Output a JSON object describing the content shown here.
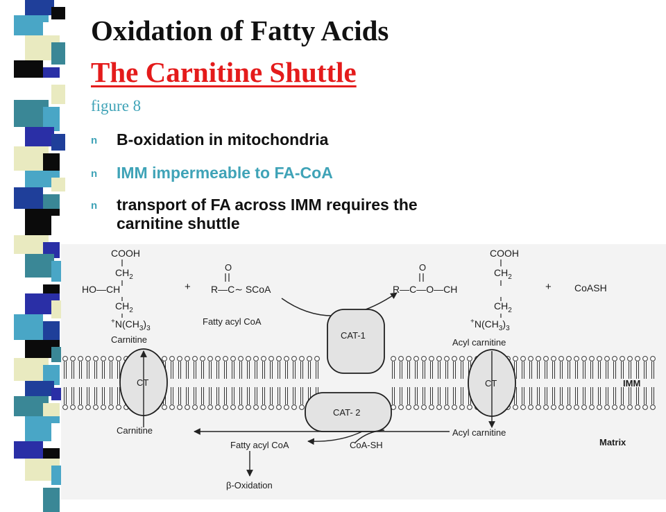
{
  "slide": {
    "title_line1": "Oxidation of Fatty Acids",
    "title_line2": "The Carnitine Shuttle",
    "subtitle": "figure 8",
    "bullet_marker": "n",
    "bullets": [
      {
        "text": "B-oxidation in mitochondria"
      },
      {
        "text": "IMM impermeable to FA-CoA"
      },
      {
        "line1": "transport of FA across IMM requires the",
        "line2": "carnitine shuttle"
      }
    ]
  },
  "colors": {
    "title": "#111111",
    "title_highlight": "#e41b1b",
    "accent": "#3fa3b7",
    "sidebar_palette": [
      "#1f3f9a",
      "#ffffff",
      "#49a6c6",
      "#e9eac0",
      "#0b0b0b",
      "#3a8796",
      "#2a2fa6"
    ]
  },
  "diagram": {
    "cooh_left": "COOH",
    "ch2_1": "CH",
    "ch2_1_sub": "2",
    "ho_ch": "HO—CH",
    "ch2_2": "CH",
    "ch2_2_sub": "2",
    "nme3_sup": "+",
    "nme3": "N(CH",
    "nme3_sub": "3",
    "nme3_close": ")",
    "nme3_sub2": "3",
    "plus1": "+",
    "acyl_o": "O",
    "acyl_formula": "R—C∼ SCoA",
    "fatty_acyl_coa": "Fatty acyl CoA",
    "carnitine_top": "Carnitine",
    "cooh_right": "COOH",
    "r_co_o_ch": "R—C—O—CH",
    "plus2": "+",
    "coash": "CoASH",
    "acyl_carnitine_top": "Acyl carnitine",
    "cat1": "CAT-1",
    "cat2": "CAT- 2",
    "ct_left": "CT",
    "ct_right": "CT",
    "imm": "IMM",
    "matrix": "Matrix",
    "carnitine_bottom": "Carnitine",
    "acyl_carnitine_bottom": "Acyl carnitine",
    "fatty_acyl_coa_bottom": "Fatty acyl CoA",
    "coa_sh": "CoA-SH",
    "beta_oxidation": "β-Oxidation"
  }
}
